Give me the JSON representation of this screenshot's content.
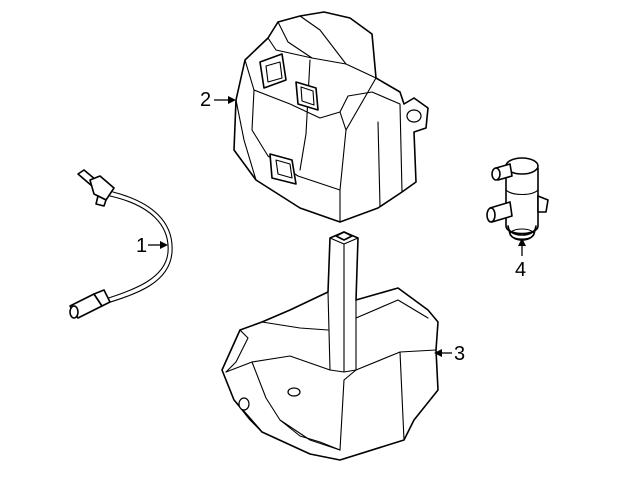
{
  "parts": [
    {
      "id": "oxygen-sensor",
      "callout": "1"
    },
    {
      "id": "canister",
      "callout": "2"
    },
    {
      "id": "canister-bracket",
      "callout": "3"
    },
    {
      "id": "purge-valve",
      "callout": "4"
    }
  ]
}
